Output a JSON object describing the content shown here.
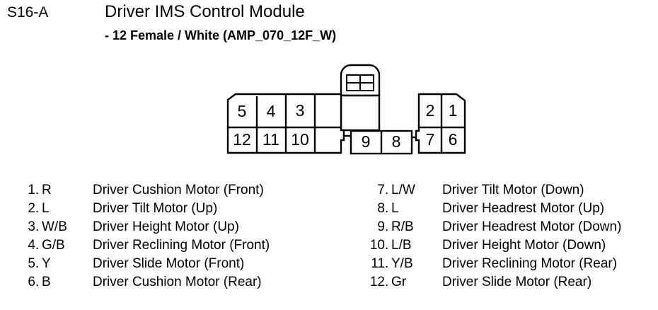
{
  "header": {
    "connector_code": "S16-A",
    "title": "Driver IMS Control Module",
    "subtitle": "- 12 Female / White (AMP_070_12F_W)"
  },
  "connector": {
    "top_row_left": [
      "5",
      "4",
      "3"
    ],
    "top_row_right": [
      "2",
      "1"
    ],
    "bottom_row_left": [
      "12",
      "11",
      "10"
    ],
    "bottom_row_center": [
      "9",
      "8"
    ],
    "bottom_row_right": [
      "7",
      "6"
    ],
    "latch_icon": "connector-latch-tab"
  },
  "legend": {
    "left": [
      {
        "num": "1",
        "dot": ".",
        "wire": "R",
        "desc": "Driver Cushion Motor (Front)"
      },
      {
        "num": "2",
        "dot": ".",
        "wire": "L",
        "desc": "Driver Tilt Motor (Up)"
      },
      {
        "num": "3",
        "dot": ".",
        "wire": "W/B",
        "desc": "Driver Height Motor (Up)"
      },
      {
        "num": "4",
        "dot": ".",
        "wire": "G/B",
        "desc": "Driver Reclining Motor (Front)"
      },
      {
        "num": "5",
        "dot": ".",
        "wire": "Y",
        "desc": "Driver Slide Motor (Front)"
      },
      {
        "num": "6",
        "dot": ".",
        "wire": "B",
        "desc": "Driver Cushion Motor (Rear)"
      }
    ],
    "right": [
      {
        "num": "7",
        "dot": ".",
        "wire": "L/W",
        "desc": "Driver Tilt Motor (Down)"
      },
      {
        "num": "8",
        "dot": ".",
        "wire": "L",
        "desc": "Driver Headrest Motor (Up)"
      },
      {
        "num": "9",
        "dot": ".",
        "wire": "R/B",
        "desc": "Driver Headrest Motor (Down)"
      },
      {
        "num": "10",
        "dot": ".",
        "wire": "L/B",
        "desc": "Driver Height Motor (Down)"
      },
      {
        "num": "11",
        "dot": ".",
        "wire": "Y/B",
        "desc": "Driver Reclining Motor (Rear)"
      },
      {
        "num": "12",
        "dot": ".",
        "wire": "Gr",
        "desc": "Driver Slide Motor (Rear)"
      }
    ]
  },
  "colors": {
    "ink": "#000000",
    "paper": "#ffffff"
  }
}
